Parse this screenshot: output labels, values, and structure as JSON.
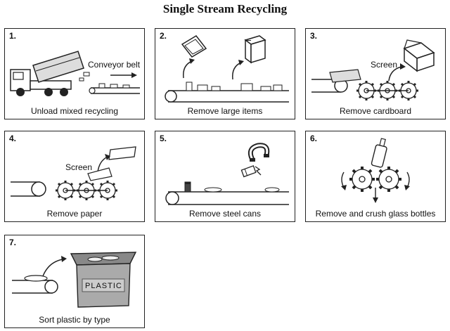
{
  "title": "Single Stream Recycling",
  "steps": [
    {
      "number": "1.",
      "caption": "Unload mixed recycling",
      "label": "Conveyor belt"
    },
    {
      "number": "2.",
      "caption": "Remove large items"
    },
    {
      "number": "3.",
      "caption": "Remove cardboard",
      "label": "Screen"
    },
    {
      "number": "4.",
      "caption": "Remove paper",
      "label": "Screen"
    },
    {
      "number": "5.",
      "caption": "Remove steel cans"
    },
    {
      "number": "6.",
      "caption": "Remove and crush glass bottles"
    },
    {
      "number": "7.",
      "caption": "Sort plastic by type",
      "bin_label": "PLASTIC"
    }
  ]
}
